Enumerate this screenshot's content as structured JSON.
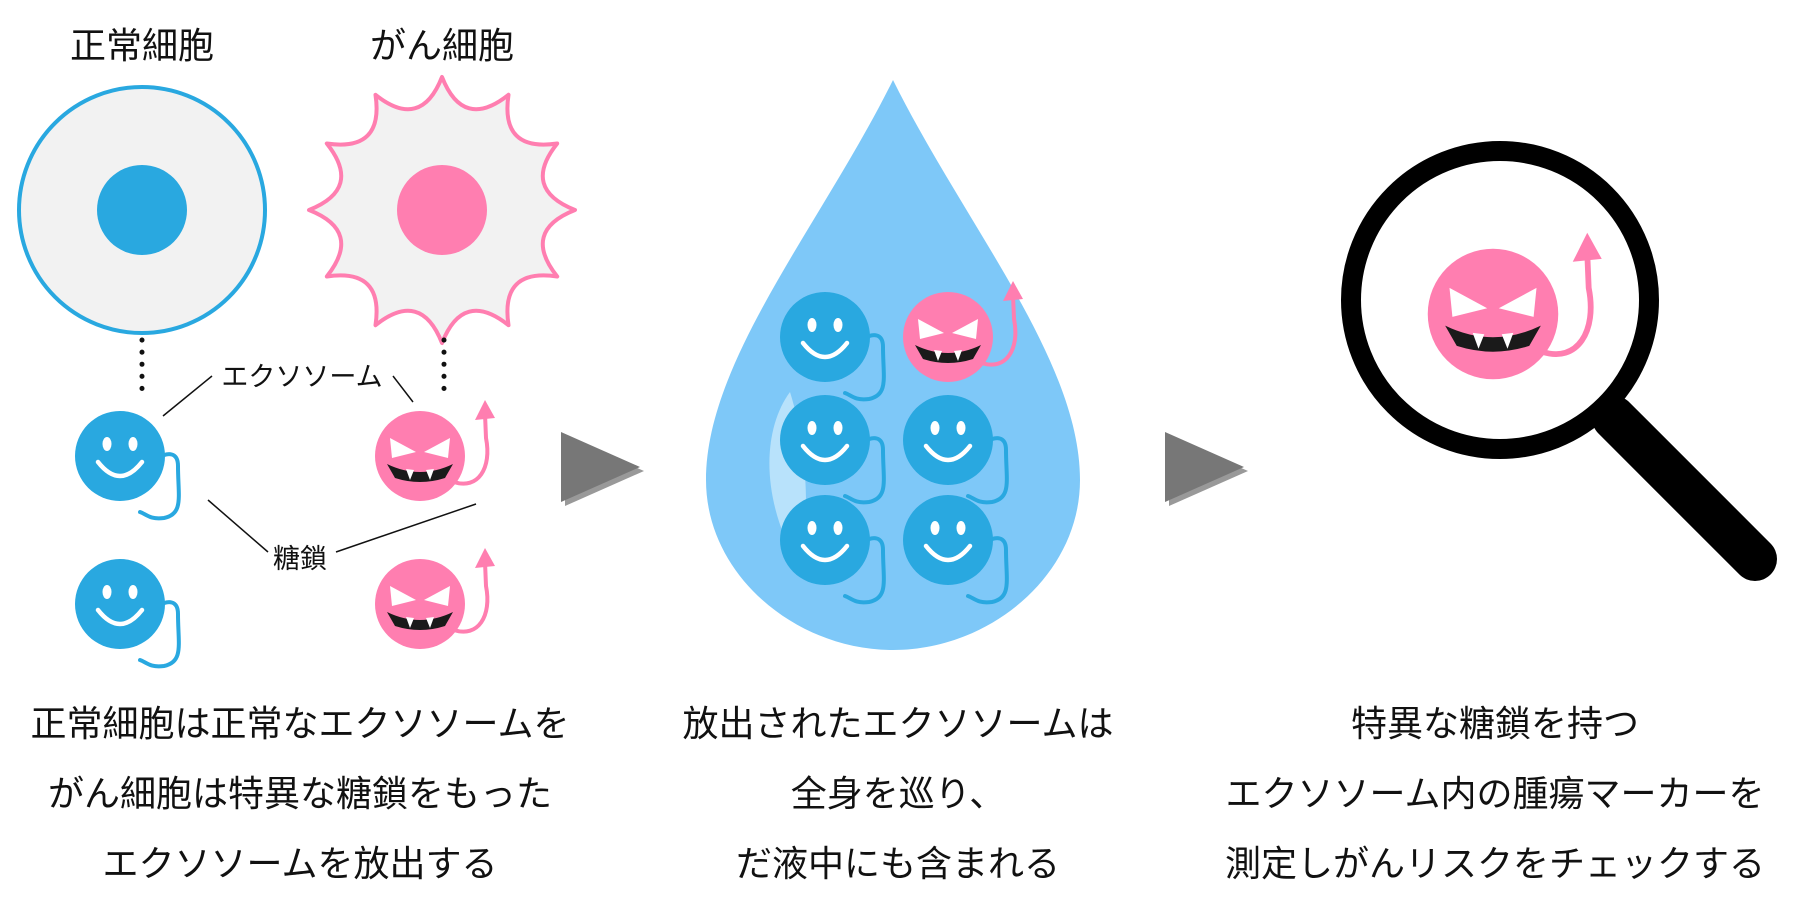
{
  "labels": {
    "normal_cell": "正常細胞",
    "cancer_cell": "がん細胞",
    "exosome": "エクソソーム",
    "sugar_chain": "糖鎖"
  },
  "captions": {
    "left": [
      "正常細胞は正常なエクソソームを",
      "がん細胞は特異な糖鎖をもった",
      "エクソソームを放出する"
    ],
    "middle": [
      "放出されたエクソソームは",
      "全身を巡り、",
      "だ液中にも含まれる"
    ],
    "right": [
      "特異な糖鎖を持つ",
      "エクソソーム内の腫瘍マーカーを",
      "測定しがんリスクをチェックする"
    ]
  },
  "colors": {
    "normal_blue": "#29a8e0",
    "cancer_pink": "#ff7eb0",
    "cell_fill": "#f2f2f2",
    "drop_blue": "#7ec8f8",
    "arrow_gray": "#777777"
  }
}
